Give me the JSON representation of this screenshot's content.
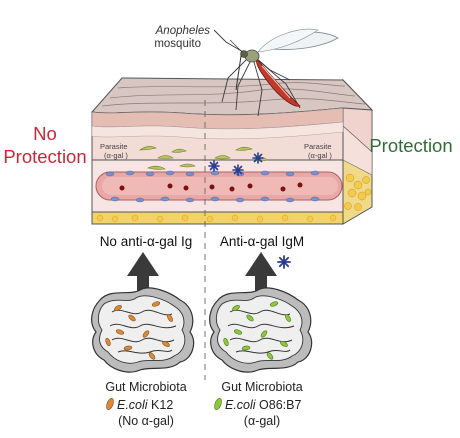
{
  "mosquito": {
    "genus": "Anopheles",
    "common": "mosquito"
  },
  "left": {
    "status": [
      "No",
      "Protection"
    ],
    "antibody": "No anti-α-gal Ig",
    "parasite_label": [
      "Parasite",
      "(α-gal )"
    ],
    "microbiota_title": "Gut Microbiota",
    "strain_species": "E.coli",
    "strain_name": " K12",
    "strain_note": "(No α-gal)",
    "bacteria_color": "#d98a3a"
  },
  "right": {
    "status": "Protection",
    "antibody": "Anti-α-gal IgM",
    "parasite_label": [
      "Parasite",
      "(α-gal )"
    ],
    "microbiota_title": "Gut Microbiota",
    "strain_species": "E.coli",
    "strain_name": " O86:B7",
    "strain_note": "(α-gal)",
    "bacteria_color": "#8dc63f"
  },
  "colors": {
    "no_protection": "#c9283a",
    "protection": "#2f6f35",
    "igm": "#2a3d8f",
    "skin_top": "#e9d3cd",
    "vessel": "#e8a8a8",
    "fat": "#f2d36b"
  }
}
